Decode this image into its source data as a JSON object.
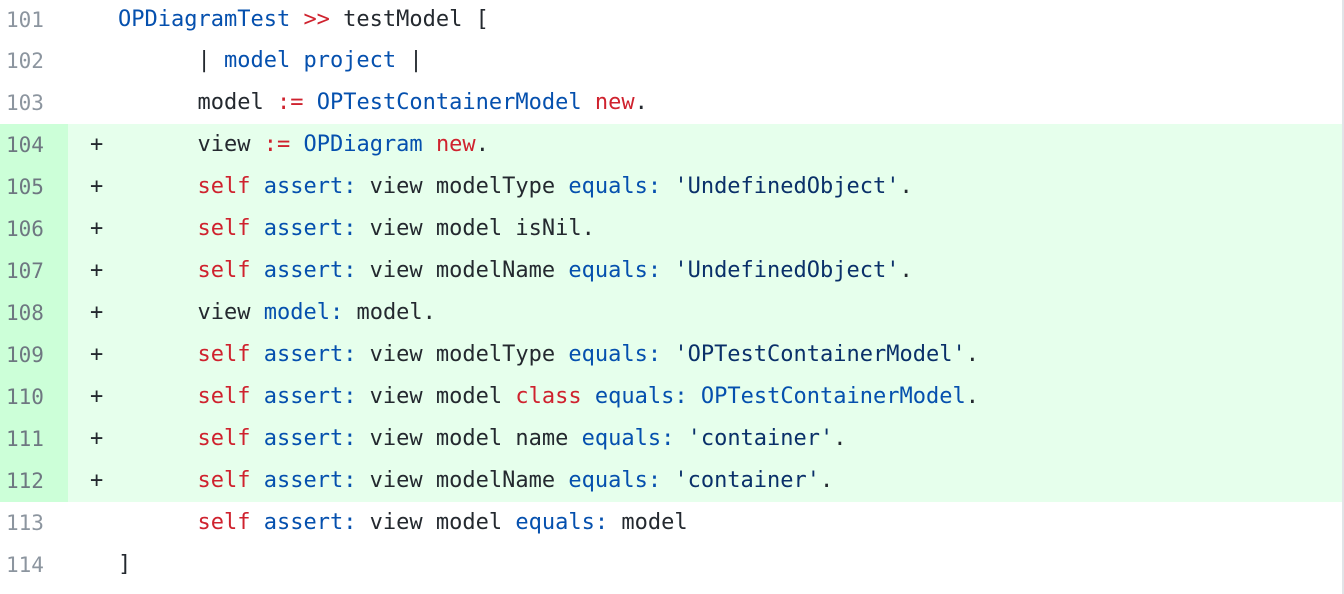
{
  "colors": {
    "added_line_bg": "#e6ffec",
    "added_gutter_bg": "#ccffd8",
    "keyword": "#cf222e",
    "class_selector": "#0550ae",
    "string": "#0a3069",
    "text": "#24292f",
    "line_number": "#8c959f"
  },
  "lines": [
    {
      "number": "101",
      "marker": "",
      "added": false,
      "indent": "",
      "tokens": [
        {
          "t": "OPDiagramTest",
          "k": "cls"
        },
        {
          "t": " ",
          "k": "plain"
        },
        {
          "t": ">>",
          "k": "kw"
        },
        {
          "t": " testModel [",
          "k": "plain"
        }
      ]
    },
    {
      "number": "102",
      "marker": "",
      "added": false,
      "indent": "      ",
      "tokens": [
        {
          "t": "| ",
          "k": "plain"
        },
        {
          "t": "model project",
          "k": "sel"
        },
        {
          "t": " |",
          "k": "plain"
        }
      ]
    },
    {
      "number": "103",
      "marker": "",
      "added": false,
      "indent": "      ",
      "tokens": [
        {
          "t": "model ",
          "k": "plain"
        },
        {
          "t": ":=",
          "k": "kw"
        },
        {
          "t": " ",
          "k": "plain"
        },
        {
          "t": "OPTestContainerModel",
          "k": "cls"
        },
        {
          "t": " ",
          "k": "plain"
        },
        {
          "t": "new",
          "k": "kw"
        },
        {
          "t": ".",
          "k": "plain"
        }
      ]
    },
    {
      "number": "104",
      "marker": "+",
      "added": true,
      "indent": "      ",
      "tokens": [
        {
          "t": "view ",
          "k": "plain"
        },
        {
          "t": ":=",
          "k": "kw"
        },
        {
          "t": " ",
          "k": "plain"
        },
        {
          "t": "OPDiagram",
          "k": "cls"
        },
        {
          "t": " ",
          "k": "plain"
        },
        {
          "t": "new",
          "k": "kw"
        },
        {
          "t": ".",
          "k": "plain"
        }
      ]
    },
    {
      "number": "105",
      "marker": "+",
      "added": true,
      "indent": "      ",
      "tokens": [
        {
          "t": "self",
          "k": "kw"
        },
        {
          "t": " ",
          "k": "plain"
        },
        {
          "t": "assert:",
          "k": "sel"
        },
        {
          "t": " view modelType ",
          "k": "plain"
        },
        {
          "t": "equals:",
          "k": "sel"
        },
        {
          "t": " ",
          "k": "plain"
        },
        {
          "t": "'UndefinedObject'",
          "k": "str"
        },
        {
          "t": ".",
          "k": "plain"
        }
      ]
    },
    {
      "number": "106",
      "marker": "+",
      "added": true,
      "indent": "      ",
      "tokens": [
        {
          "t": "self",
          "k": "kw"
        },
        {
          "t": " ",
          "k": "plain"
        },
        {
          "t": "assert:",
          "k": "sel"
        },
        {
          "t": " view model isNil.",
          "k": "plain"
        }
      ]
    },
    {
      "number": "107",
      "marker": "+",
      "added": true,
      "indent": "      ",
      "tokens": [
        {
          "t": "self",
          "k": "kw"
        },
        {
          "t": " ",
          "k": "plain"
        },
        {
          "t": "assert:",
          "k": "sel"
        },
        {
          "t": " view modelName ",
          "k": "plain"
        },
        {
          "t": "equals:",
          "k": "sel"
        },
        {
          "t": " ",
          "k": "plain"
        },
        {
          "t": "'UndefinedObject'",
          "k": "str"
        },
        {
          "t": ".",
          "k": "plain"
        }
      ]
    },
    {
      "number": "108",
      "marker": "+",
      "added": true,
      "indent": "      ",
      "tokens": [
        {
          "t": "view ",
          "k": "plain"
        },
        {
          "t": "model:",
          "k": "sel"
        },
        {
          "t": " model.",
          "k": "plain"
        }
      ]
    },
    {
      "number": "109",
      "marker": "+",
      "added": true,
      "indent": "      ",
      "tokens": [
        {
          "t": "self",
          "k": "kw"
        },
        {
          "t": " ",
          "k": "plain"
        },
        {
          "t": "assert:",
          "k": "sel"
        },
        {
          "t": " view modelType ",
          "k": "plain"
        },
        {
          "t": "equals:",
          "k": "sel"
        },
        {
          "t": " ",
          "k": "plain"
        },
        {
          "t": "'OPTestContainerModel'",
          "k": "str"
        },
        {
          "t": ".",
          "k": "plain"
        }
      ]
    },
    {
      "number": "110",
      "marker": "+",
      "added": true,
      "indent": "      ",
      "tokens": [
        {
          "t": "self",
          "k": "kw"
        },
        {
          "t": " ",
          "k": "plain"
        },
        {
          "t": "assert:",
          "k": "sel"
        },
        {
          "t": " view model ",
          "k": "plain"
        },
        {
          "t": "class",
          "k": "kw"
        },
        {
          "t": " ",
          "k": "plain"
        },
        {
          "t": "equals:",
          "k": "sel"
        },
        {
          "t": " ",
          "k": "plain"
        },
        {
          "t": "OPTestContainerModel",
          "k": "cls"
        },
        {
          "t": ".",
          "k": "plain"
        }
      ]
    },
    {
      "number": "111",
      "marker": "+",
      "added": true,
      "indent": "      ",
      "tokens": [
        {
          "t": "self",
          "k": "kw"
        },
        {
          "t": " ",
          "k": "plain"
        },
        {
          "t": "assert:",
          "k": "sel"
        },
        {
          "t": " view model name ",
          "k": "plain"
        },
        {
          "t": "equals:",
          "k": "sel"
        },
        {
          "t": " ",
          "k": "plain"
        },
        {
          "t": "'container'",
          "k": "str"
        },
        {
          "t": ".",
          "k": "plain"
        }
      ]
    },
    {
      "number": "112",
      "marker": "+",
      "added": true,
      "indent": "      ",
      "tokens": [
        {
          "t": "self",
          "k": "kw"
        },
        {
          "t": " ",
          "k": "plain"
        },
        {
          "t": "assert:",
          "k": "sel"
        },
        {
          "t": " view modelName ",
          "k": "plain"
        },
        {
          "t": "equals:",
          "k": "sel"
        },
        {
          "t": " ",
          "k": "plain"
        },
        {
          "t": "'container'",
          "k": "str"
        },
        {
          "t": ".",
          "k": "plain"
        }
      ]
    },
    {
      "number": "113",
      "marker": "",
      "added": false,
      "indent": "      ",
      "tokens": [
        {
          "t": "self",
          "k": "kw"
        },
        {
          "t": " ",
          "k": "plain"
        },
        {
          "t": "assert:",
          "k": "sel"
        },
        {
          "t": " view model ",
          "k": "plain"
        },
        {
          "t": "equals:",
          "k": "sel"
        },
        {
          "t": " model",
          "k": "plain"
        }
      ]
    },
    {
      "number": "114",
      "marker": "",
      "added": false,
      "indent": "",
      "tokens": [
        {
          "t": "]",
          "k": "plain"
        }
      ]
    }
  ]
}
